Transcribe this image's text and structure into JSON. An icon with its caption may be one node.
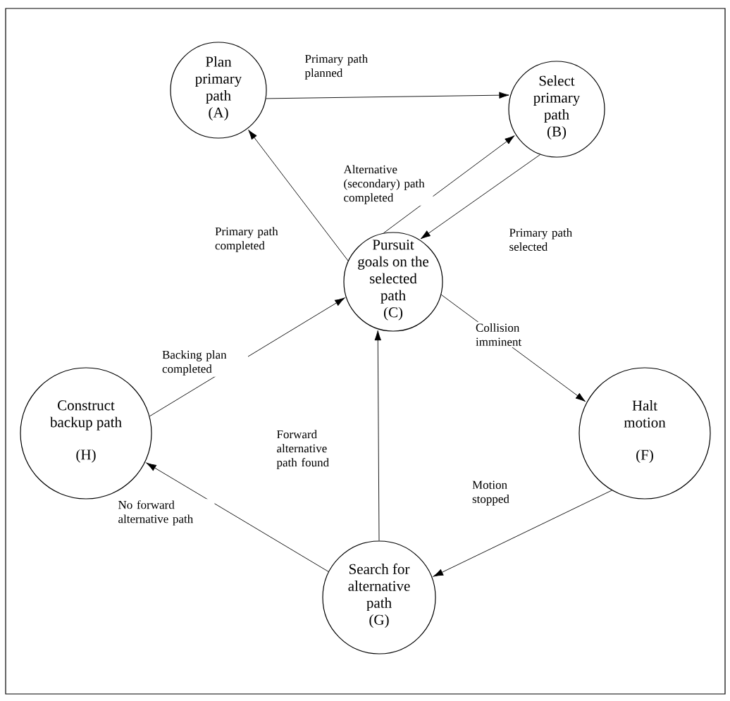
{
  "diagram": {
    "nodes": [
      {
        "text": [
          "Plan primary path",
          "(A)"
        ]
      },
      {
        "text": [
          "Select primary path",
          "(B)"
        ]
      },
      {
        "text": [
          "Pursuit goals on the selected path",
          "(C)"
        ]
      },
      {
        "text": [
          "Construct backup path",
          "(H)"
        ]
      },
      {
        "text": [
          "Halt motion",
          "(F)"
        ]
      },
      {
        "text": [
          "Search for alternative path",
          "(G)"
        ]
      }
    ],
    "edges": [
      {
        "from": 0,
        "to": 1,
        "arrow": "to",
        "label": "Primary path planned"
      },
      {
        "from": 2,
        "to": 0,
        "arrow": "to",
        "label": "Primary path completed"
      },
      {
        "from": 2,
        "to": 1,
        "arrow": "to",
        "label": "Alternative (secondary) path completed"
      },
      {
        "from": 1,
        "to": 2,
        "arrow": "to",
        "label": "Primary path selected"
      },
      {
        "from": 3,
        "to": 2,
        "arrow": "to",
        "label": "Backing plan completed"
      },
      {
        "from": 2,
        "to": 4,
        "arrow": "to",
        "label": "Collision imminent"
      },
      {
        "from": 4,
        "to": 5,
        "arrow": "to",
        "label": "Motion stopped"
      },
      {
        "from": 5,
        "to": 2,
        "arrow": "to",
        "label": "Forward alternative path found"
      },
      {
        "from": 5,
        "to": 3,
        "arrow": "to",
        "label": "No forward alternative path"
      }
    ]
  }
}
